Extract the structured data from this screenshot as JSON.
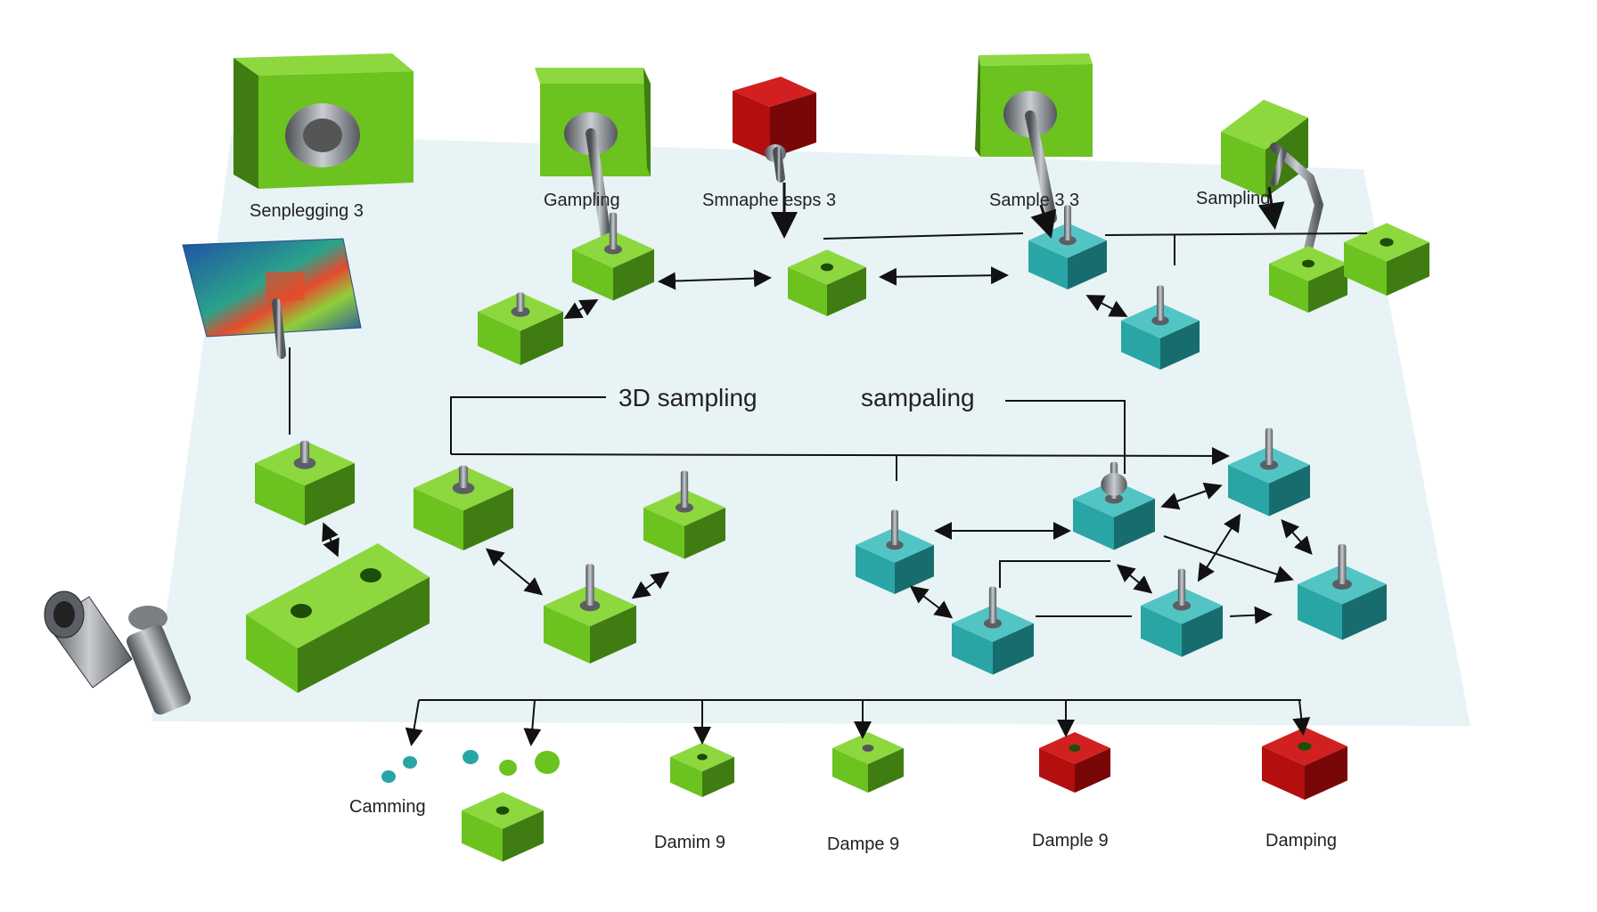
{
  "labels": {
    "top_1": "Senplegging 3",
    "top_2": "Gampling",
    "top_3": "Smnaphe esps 3",
    "top_4": "Sample 3 3",
    "top_5": "Sampling",
    "center_left": "3D sampling",
    "center_right": "sampaling",
    "bottom_1": "Camming",
    "bottom_2": "Damim 9",
    "bottom_3": "Dampe 9",
    "bottom_4": "Dample 9",
    "bottom_5": "Damping"
  },
  "colors": {
    "green": "#6cc21f",
    "teal": "#2aa5a5",
    "red": "#b30f0f",
    "steel": "#8a8f94",
    "plane": "#e8f3f6"
  }
}
